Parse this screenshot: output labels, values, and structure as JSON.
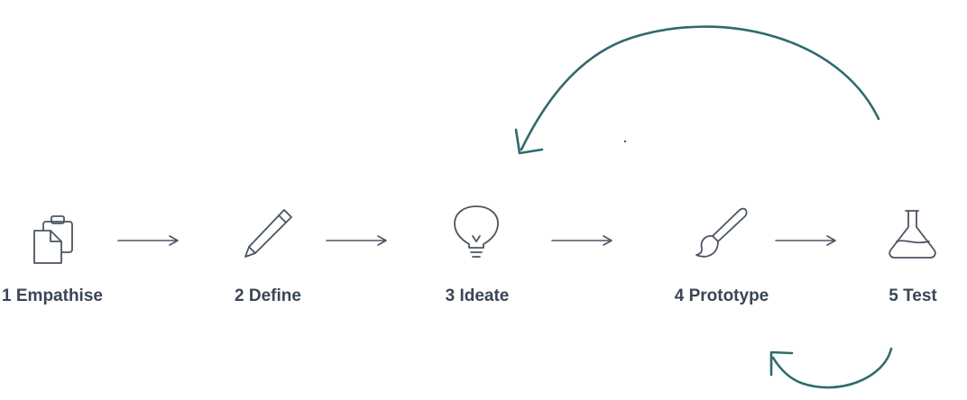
{
  "colors": {
    "icon_stroke": "#4b5663",
    "arrow_stroke": "#4b5663",
    "loop_arrow": "#2f6b6c",
    "label_text": "#3a4655"
  },
  "steps": [
    {
      "label": "1 Empathise",
      "icon": "clipboard-icon"
    },
    {
      "label": "2 Define",
      "icon": "pencil-icon"
    },
    {
      "label": "3 Ideate",
      "icon": "lightbulb-icon"
    },
    {
      "label": "4 Prototype",
      "icon": "paintbrush-icon"
    },
    {
      "label": "5 Test",
      "icon": "flask-icon"
    }
  ],
  "connectors": [
    "right-arrow",
    "right-arrow",
    "right-arrow",
    "right-arrow"
  ],
  "loops": [
    {
      "from": "5 Test",
      "to": "3 Ideate",
      "icon": "curved-arrow-icon"
    },
    {
      "from": "5 Test",
      "to": "4 Prototype",
      "icon": "curved-arrow-icon"
    }
  ]
}
